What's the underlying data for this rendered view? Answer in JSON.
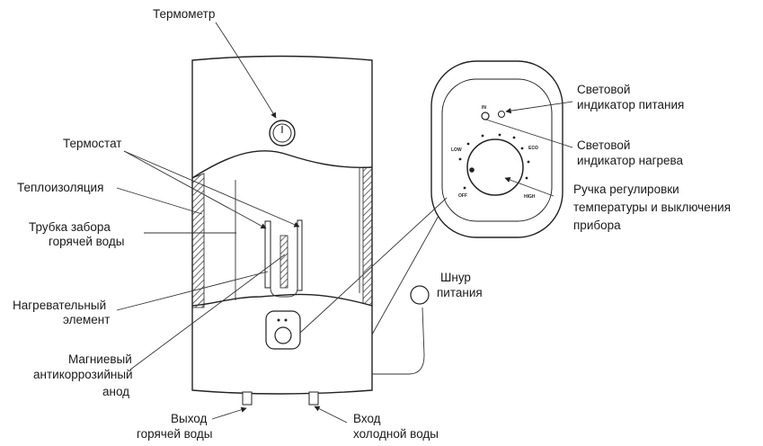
{
  "labels": {
    "thermometer": "Термометр",
    "thermostat": "Термостат",
    "insulation": "Теплоизоляция",
    "hot_tube_1": "Трубка забора",
    "hot_tube_2": "горячей воды",
    "heater_1": "Нагревательный",
    "heater_2": "элемент",
    "anode_1": "Магниевый",
    "anode_2": "антикоррозийный",
    "anode_3": "анод",
    "hot_out_1": "Выход",
    "hot_out_2": "горячей воды",
    "cold_in_1": "Вход",
    "cold_in_2": "холодной воды",
    "power_ind_1": "Световой",
    "power_ind_2": "индикатор питания",
    "heat_ind_1": "Световой",
    "heat_ind_2": "индикатор нагрева",
    "knob_1": "Ручка регулировки",
    "knob_2": "температуры и выключения",
    "knob_3": "прибора",
    "cord_1": "Шнур",
    "cord_2": "питания"
  },
  "panel": {
    "in": "IN",
    "low": "LOW",
    "eco": "ECO",
    "off": "OFF",
    "high": "HIGH"
  }
}
